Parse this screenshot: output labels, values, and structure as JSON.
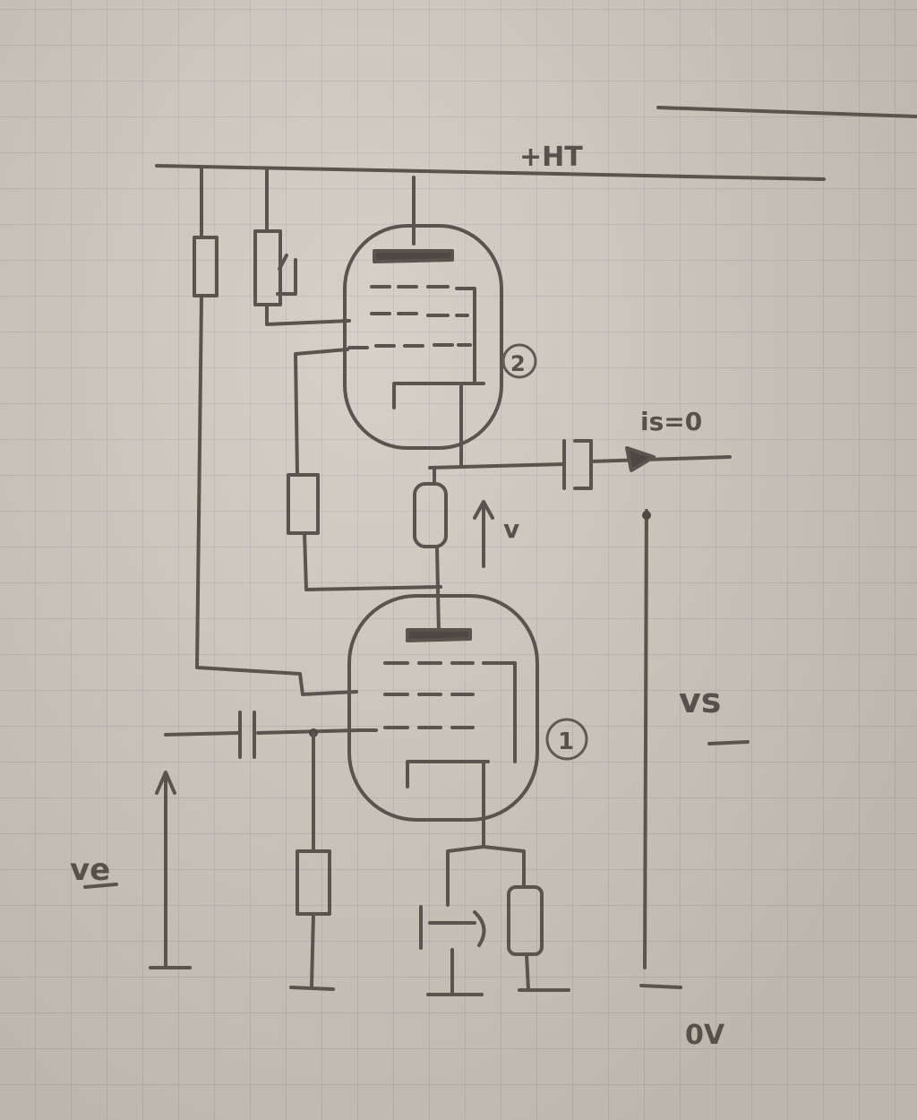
{
  "labels": {
    "supply": "+HT",
    "output_current": "is=0",
    "voltage_between": "v",
    "output_voltage": "vs",
    "input_voltage": "ve",
    "ground": "0V",
    "tube_2": "2",
    "tube_1": "1"
  },
  "colors": {
    "paper": "#cdc6bc",
    "pencil": "#59544e"
  }
}
